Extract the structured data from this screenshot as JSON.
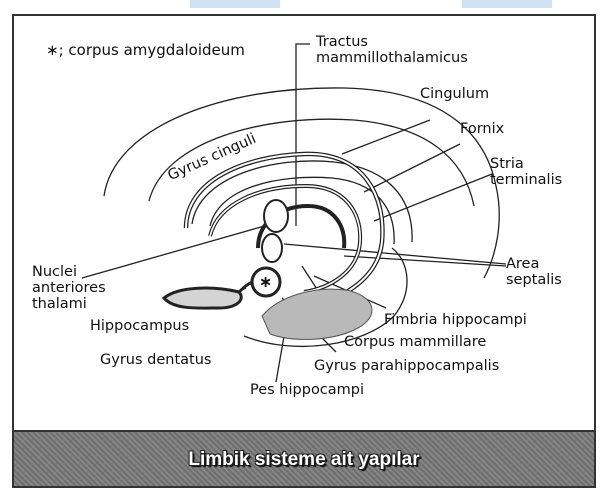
{
  "legend_note": "∗; corpus amygdaloideum",
  "labels": {
    "tractus": [
      "Tractus",
      "mammillothalamicus"
    ],
    "cingulum": "Cingulum",
    "fornix": "Fornix",
    "stria": [
      "Stria",
      "terminalis"
    ],
    "gyrus_cinguli": "Gyrus cinguli",
    "nuclei": [
      "Nuclei",
      "anteriores",
      "thalami"
    ],
    "area_septalis": [
      "Area",
      "septalis"
    ],
    "hippocampus": "Hippocampus",
    "fimbria": "Fimbria hippocampi",
    "corpus_mammillare": "Corpus mammillare",
    "gyrus_dentatus": "Gyrus dentatus",
    "gyrus_parahippocampalis": "Gyrus parahippocampalis",
    "pes_hippocampi": "Pes hippocampi"
  },
  "amygdala_marker": "∗",
  "caption": "Limbik sisteme ait yapılar",
  "colors": {
    "line": "#222222",
    "fill_gray": "#b9b9b9",
    "caption_text": "#ffffff"
  }
}
